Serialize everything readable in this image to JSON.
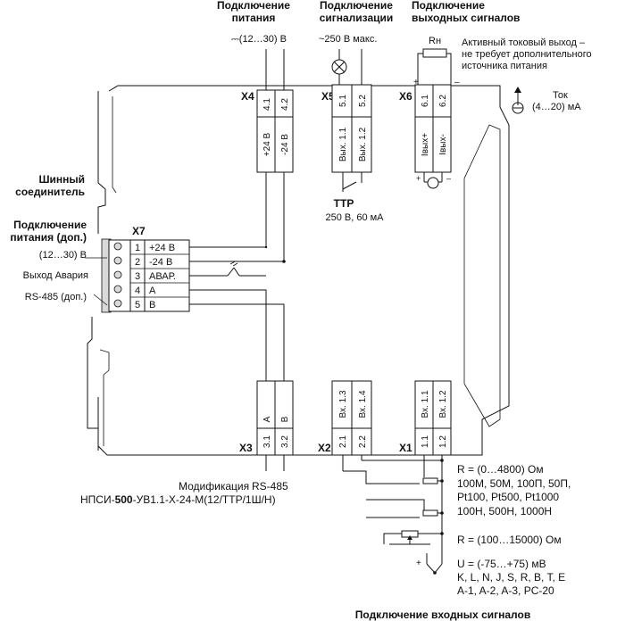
{
  "headers": {
    "power": [
      "Подключение",
      "питания"
    ],
    "alarm": [
      "Подключение",
      "сигнализации"
    ],
    "output": [
      "Подключение",
      "выходных сигналов"
    ],
    "input": "Подключение входных сигналов"
  },
  "top_labels": {
    "power_voltage": "⎓(12…30) В",
    "alarm_voltage": "~250 В макс.",
    "rh": "Rн",
    "active_output": [
      "Активный токовый выход –",
      "не требует дополнительного",
      "источника питания"
    ],
    "current": [
      "Ток",
      "(4…20) мА"
    ],
    "plus": "+",
    "minus": "–"
  },
  "left_labels": {
    "bus": [
      "Шинный",
      "соединитель"
    ],
    "power_extra": [
      "Подключение",
      "питания (доп.)"
    ],
    "power_extra_voltage": "(12…30) В",
    "alarm_out": "Выход Авария",
    "rs485": "RS-485 (доп.)"
  },
  "connectors": {
    "x4": "X4",
    "x5": "X5",
    "x6": "X6",
    "x7": "X7",
    "x3": "X3",
    "x2": "X2",
    "x1": "X1"
  },
  "x4_pins": [
    {
      "num": "4.1",
      "label": "+24 В"
    },
    {
      "num": "4.2",
      "label": "-24 В"
    }
  ],
  "x5_pins": [
    {
      "num": "5.1",
      "label": "Вых. 1.1"
    },
    {
      "num": "5.2",
      "label": "Вых. 1.2"
    }
  ],
  "x6_pins": [
    {
      "num": "6.1",
      "label": "Iвых+"
    },
    {
      "num": "6.2",
      "label": "Iвых-"
    }
  ],
  "x7_pins": [
    {
      "num": "1",
      "label": "+24 В"
    },
    {
      "num": "2",
      "label": "-24 В"
    },
    {
      "num": "3",
      "label": "АВАР."
    },
    {
      "num": "4",
      "label": "A"
    },
    {
      "num": "5",
      "label": "B"
    }
  ],
  "x3_pins": [
    {
      "num": "3.1",
      "label": "A"
    },
    {
      "num": "3.2",
      "label": "B"
    }
  ],
  "x2_pins": [
    {
      "num": "2.1",
      "label": "Вх. 1.3"
    },
    {
      "num": "2.2",
      "label": "Вх. 1.4"
    }
  ],
  "x1_pins": [
    {
      "num": "1.1",
      "label": "Вх. 1.1"
    },
    {
      "num": "1.2",
      "label": "Вх. 1.2"
    }
  ],
  "ttr": {
    "title": "ТТР",
    "spec": "250 В, 60 мА"
  },
  "modification": {
    "line1": "Модификация",
    "rs485": "RS-485",
    "prefix": "НПСИ-",
    "bold": "500",
    "suffix": "-УВ1.1-X-24-М(12/ТТР/1Ш/Н)"
  },
  "inputs": {
    "r1": [
      "R = (0…4800) Ом",
      "100М, 50М, 100П, 50П,",
      "Pt100, Pt500, Pt1000",
      "100Н, 500Н, 1000Н"
    ],
    "r2": "R = (100…15000) Ом",
    "u": [
      "U = (-75…+75) мВ",
      "K, L, N, J, S, R, B, T, E",
      "A-1, A-2, A-3, PC-20"
    ]
  }
}
